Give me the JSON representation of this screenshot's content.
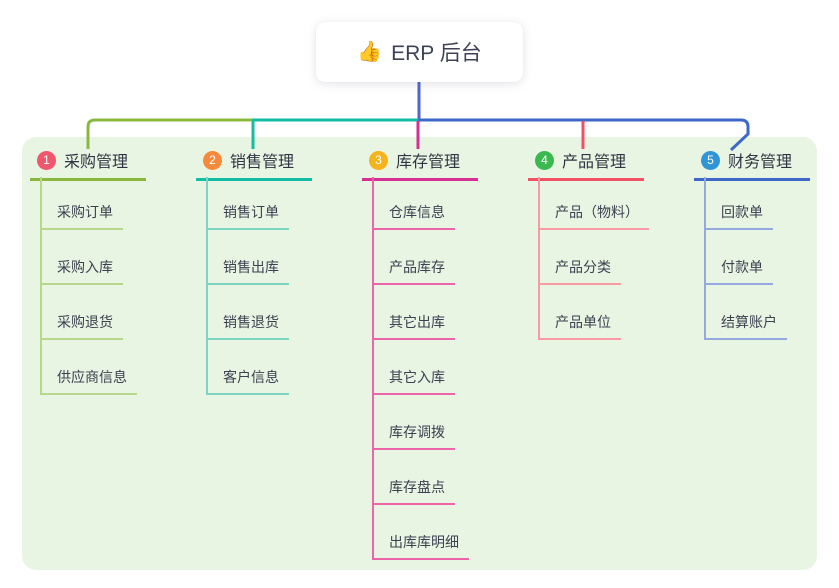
{
  "root": {
    "icon": "👍",
    "title": "ERP 后台",
    "line_color": "#5064cb"
  },
  "panel_bg": "#e9f5e3",
  "branches": [
    {
      "num": "1",
      "label": "采购管理",
      "color": "#8ab83e",
      "badge_color": "#f0566c",
      "child_color": "#b5d88b",
      "children": [
        "采购订单",
        "采购入库",
        "采购退货",
        "供应商信息"
      ]
    },
    {
      "num": "2",
      "label": "销售管理",
      "color": "#12bda4",
      "badge_color": "#f68a3c",
      "child_color": "#7dd3c4",
      "children": [
        "销售订单",
        "销售出库",
        "销售退货",
        "客户信息"
      ]
    },
    {
      "num": "3",
      "label": "库存管理",
      "color": "#d62f94",
      "badge_color": "#f5b31c",
      "child_color": "#ee64ab",
      "children": [
        "仓库信息",
        "产品库存",
        "其它出库",
        "其它入库",
        "库存调拨",
        "库存盘点",
        "出库库明细"
      ]
    },
    {
      "num": "4",
      "label": "产品管理",
      "color": "#f25064",
      "badge_color": "#3bb950",
      "child_color": "#f79aa6",
      "children": [
        "产品（物料）",
        "产品分类",
        "产品单位"
      ]
    },
    {
      "num": "5",
      "label": "财务管理",
      "color": "#3e68c8",
      "badge_color": "#3095d5",
      "child_color": "#94aade",
      "children": [
        "回款单",
        "付款单",
        "结算账户"
      ]
    }
  ]
}
